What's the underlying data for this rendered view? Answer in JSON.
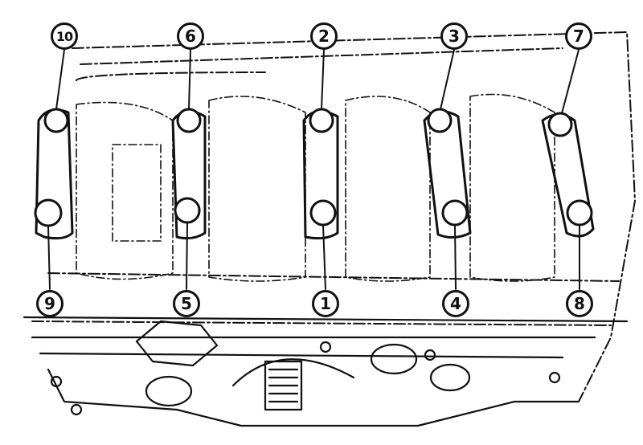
{
  "diagram": {
    "bolt_sequence": {
      "top_row": [
        "10",
        "6",
        "2",
        "3",
        "7"
      ],
      "bottom_row": [
        "9",
        "5",
        "1",
        "4",
        "8"
      ]
    }
  }
}
